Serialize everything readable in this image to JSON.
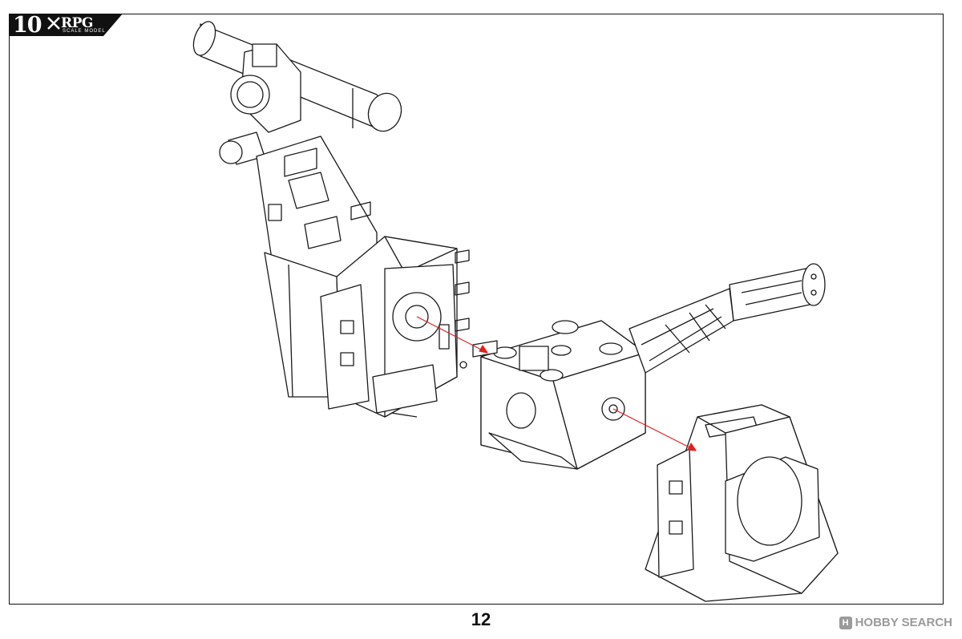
{
  "header": {
    "step_number": "10",
    "brand_name": "RPG",
    "brand_subtitle": "SCALE MODEL",
    "brand_mark": "crossed-swords-icon"
  },
  "footer": {
    "page_number": "12",
    "watermark_text": "HOBBY SEARCH",
    "watermark_icon": "hobby-search-logo-icon"
  },
  "colors": {
    "line_art": "#1a1a1a",
    "assembly_arrow": "#e02020",
    "badge_background": "#111111"
  }
}
